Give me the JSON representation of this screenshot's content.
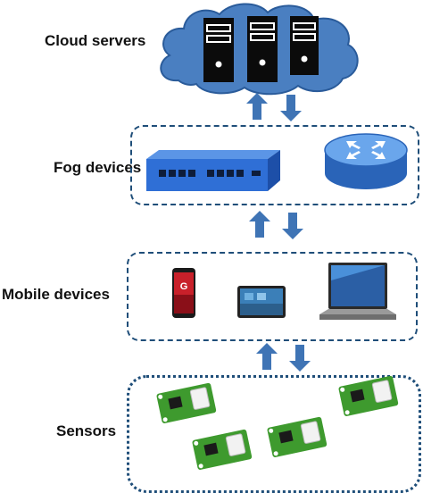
{
  "layers": {
    "cloud": {
      "label": "Cloud servers"
    },
    "fog": {
      "label": "Fog devices"
    },
    "mobile": {
      "label": "Mobile devices"
    },
    "sensors": {
      "label": "Sensors"
    }
  },
  "colors": {
    "cloud_fill": "#4a7fc1",
    "cloud_outline": "#2a5b9a",
    "server_body": "#0b0b0b",
    "box_border": "#1f4e79",
    "arrow": "#3f74b5",
    "switch_body": "#2f6fd6",
    "router_body": "#3d82d9",
    "sensor_board": "#3e9a2e"
  },
  "icons": [
    "cloud-icon",
    "server-icon",
    "arrow-up-icon",
    "arrow-down-icon",
    "network-switch-icon",
    "router-icon",
    "smartphone-icon",
    "tablet-icon",
    "laptop-icon",
    "sensor-board-icon"
  ]
}
